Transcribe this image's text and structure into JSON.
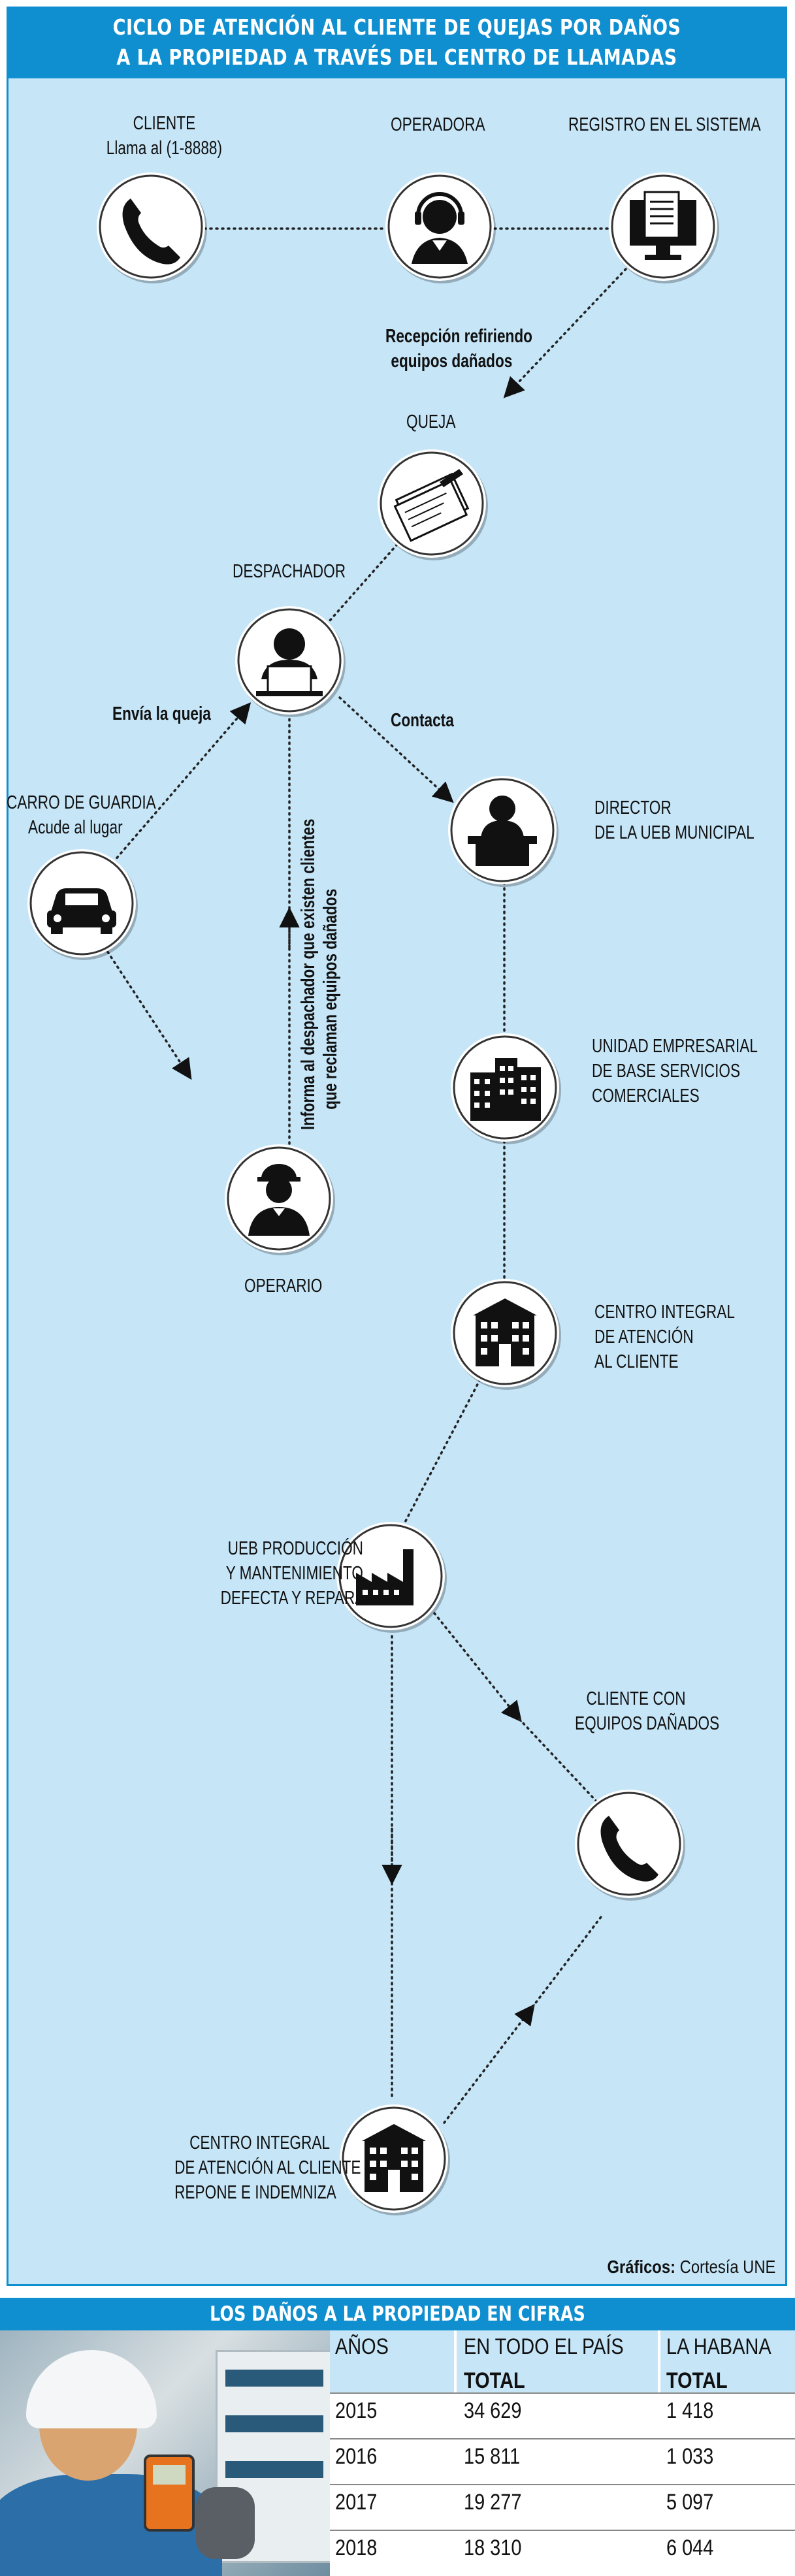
{
  "title": {
    "line1": "CICLO DE ATENCIÓN AL CLIENTE DE QUEJAS POR DAÑOS",
    "line2": "A LA PROPIEDAD A TRAVÉS DEL CENTRO DE LLAMADAS"
  },
  "nodes": {
    "cliente": {
      "line1": "CLIENTE",
      "line2": "Llama al (1-8888)",
      "icon": "phone-icon"
    },
    "operadora": {
      "label": "OPERADORA",
      "icon": "operator-headset-icon"
    },
    "registro": {
      "label": "REGISTRO EN EL SISTEMA",
      "icon": "computer-monitor-icon"
    },
    "queja": {
      "label": "QUEJA",
      "icon": "complaint-document-icon"
    },
    "despachador": {
      "label": "DESPACHADOR",
      "icon": "dispatcher-laptop-icon"
    },
    "carro": {
      "line1": "CARRO DE GUARDIA",
      "line2": "Acude al lugar",
      "icon": "car-icon"
    },
    "director": {
      "line1": "DIRECTOR",
      "line2": "DE LA UEB MUNICIPAL",
      "icon": "director-desk-icon"
    },
    "unidad": {
      "line1": "UNIDAD EMPRESARIAL",
      "line2": "DE BASE SERVICIOS",
      "line3": "COMERCIALES",
      "icon": "office-buildings-icon"
    },
    "operario": {
      "label": "OPERARIO",
      "icon": "worker-icon"
    },
    "centro1": {
      "line1": "CENTRO INTEGRAL",
      "line2": "DE ATENCIÓN",
      "line3": "AL CLIENTE",
      "icon": "institution-building-icon"
    },
    "ueb": {
      "line1": "UEB PRODUCCIÓN",
      "line2": "Y MANTENIMIENTO",
      "line3": "DEFECTA Y REPARA",
      "icon": "factory-icon"
    },
    "cliente2": {
      "line1": "CLIENTE CON",
      "line2": "EQUIPOS DAÑADOS",
      "icon": "phone-icon"
    },
    "centro2": {
      "line1": "CENTRO INTEGRAL",
      "line2": "DE ATENCIÓN AL CLIENTE",
      "line3": "REPONE E INDEMNIZA",
      "icon": "institution-building-icon"
    }
  },
  "edges": {
    "recepcion": {
      "line1": "Recepción refiriendo",
      "line2": "equipos dañados"
    },
    "envia": "Envía la queja",
    "contacta": "Contacta",
    "informa": {
      "line1": "Informa al despachador que existen clientes",
      "line2": "que reclaman equipos dañados"
    }
  },
  "credits": {
    "label": "Gráficos:",
    "value": "Cortesía UNE"
  },
  "stats": {
    "title": "LOS DAÑOS A LA PROPIEDAD EN CIFRAS",
    "columns": [
      "AÑOS",
      "EN TODO EL PAÍS",
      "LA HABANA"
    ],
    "subheaders": [
      "",
      "TOTAL",
      "TOTAL"
    ],
    "rows": [
      [
        "2015",
        "34 629",
        "1 418"
      ],
      [
        "2016",
        "15 811",
        "1 033"
      ],
      [
        "2017",
        "19 277",
        "5 097"
      ],
      [
        "2018",
        "18 310",
        "6 044"
      ]
    ]
  },
  "colors": {
    "accent": "#0f8fd0",
    "background": "#c6e6f8",
    "ink": "#111111"
  }
}
